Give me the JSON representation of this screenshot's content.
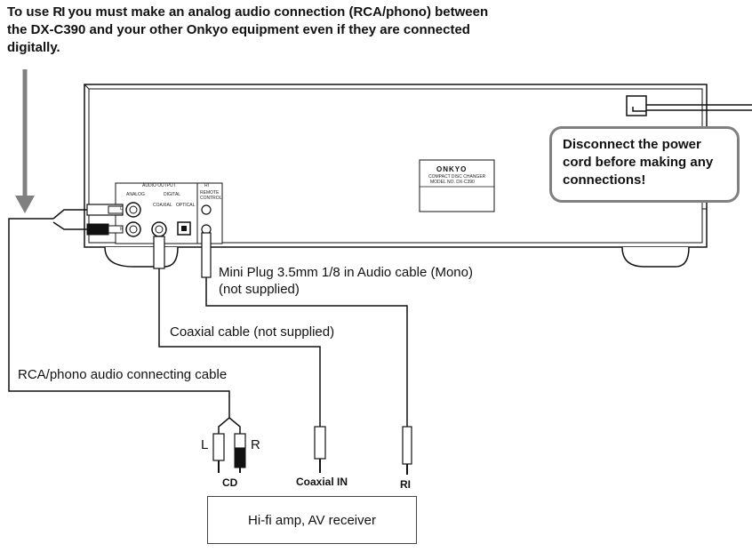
{
  "top_note": {
    "prefix": "To use",
    "ri": "RI",
    "suffix": "you must make an analog audio connection (RCA/phono) between the DX-C390 and your other Onkyo equipment even if they are connected digitally."
  },
  "callout": "Disconnect the power cord before making any connections!",
  "labels": {
    "mini_plug_line1": "Mini Plug 3.5mm 1/8 in Audio cable (Mono)",
    "mini_plug_line2": "(not supplied)",
    "coaxial_cable": "Coaxial cable (not supplied)",
    "rca_cable": "RCA/phono audio connecting cable",
    "left": "L",
    "right": "R",
    "cd": "CD",
    "coaxial_in": "Coaxial IN",
    "ri": "RI"
  },
  "amp": "Hi-fi amp, AV receiver",
  "panel": {
    "audio_output": "AUDIO OUTPUT",
    "analog": "ANALOG",
    "digital": "DIGITAL",
    "coaxial": "COAXIAL",
    "optical": "OPTICAL",
    "ri": "RI",
    "remote": "REMOTE",
    "control": "CONTROL",
    "l": "L",
    "r": "R"
  },
  "nameplate": {
    "brand": "ONKYO",
    "line1": "COMPACT DISC CHANGER",
    "line2": "MODEL NO. DX-C390"
  },
  "colors": {
    "arrow": "#808080",
    "callout_border": "#808080",
    "line": "#111111"
  }
}
